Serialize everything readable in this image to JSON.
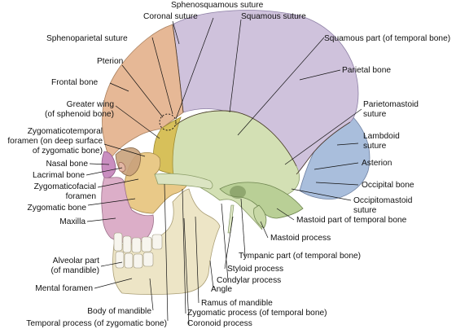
{
  "labels": {
    "sphenosquamous_suture": "Sphenosquamous suture",
    "coronal_suture": "Coronal suture",
    "squamous_suture": "Squamous suture",
    "sphenoparietal_suture": "Sphenoparietal suture",
    "squamous_part_temporal": "Squamous part (of temporal bone)",
    "pterion": "Pterion",
    "parietal_bone": "Parietal bone",
    "frontal_bone": "Frontal bone",
    "greater_wing_1": "Greater wing",
    "greater_wing_2": "(of sphenoid bone)",
    "parietomastoid_1": "Parietomastoid",
    "parietomastoid_2": "suture",
    "zygomaticotemporal_1": "Zygomaticotemporal",
    "zygomaticotemporal_2": "foramen (on deep surface",
    "zygomaticotemporal_3": "of zygomatic bone)",
    "lambdoid_1": "Lambdoid",
    "lambdoid_2": "suture",
    "nasal_bone": "Nasal bone",
    "asterion": "Asterion",
    "lacrimal_bone": "Lacrimal bone",
    "occipital_bone": "Occipital bone",
    "zygomaticofacial_1": "Zygomaticofacial",
    "zygomaticofacial_2": "foramen",
    "occipitomastoid_1": "Occipitomastoid",
    "occipitomastoid_2": "suture",
    "zygomatic_bone": "Zygomatic bone",
    "mastoid_part_temporal": "Mastoid part of temporal bone",
    "maxilla": "Maxilla",
    "mastoid_process": "Mastoid process",
    "tympanic_part": "Tympanic part (of temporal bone)",
    "alveolar_1": "Alveolar part",
    "alveolar_2": "(of mandible)",
    "styloid_process": "Styloid process",
    "condylar_process": "Condylar process",
    "mental_foramen": "Mental foramen",
    "angle": "Angle",
    "ramus_of_mandible": "Ramus of mandible",
    "body_of_mandible": "Body of mandible",
    "zygomatic_process_temporal": "Zygomatic process (of temporal bone)",
    "temporal_process_zygomatic": "Temporal process (of zygomatic bone)",
    "coronoid_process": "Coronoid process"
  },
  "colors": {
    "frontal": "#e6b896",
    "parietal": "#cfc2dc",
    "temporal": "#d3e0b4",
    "occipital": "#a9bedc",
    "sphenoid": "#d7c05a",
    "zygomatic": "#e9c988",
    "maxilla": "#dcaec8",
    "nasal": "#c98ec0",
    "mandible": "#ede5c6",
    "teeth": "#f7f5ee"
  }
}
